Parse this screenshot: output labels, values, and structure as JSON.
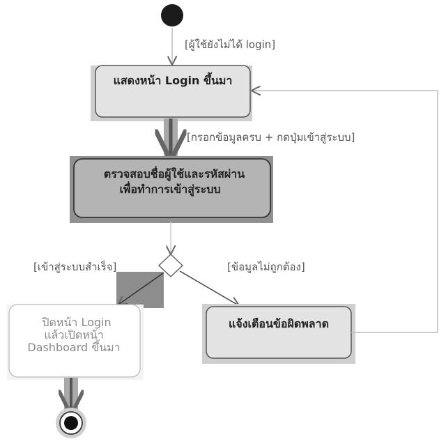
{
  "diagram": {
    "type": "uml-activity",
    "guards": {
      "not_logged_in": "[ผู้ใช้ยังไม่ได้ login]",
      "filled_form": "[กรอกข้อมูลครบ + กดปุ่มเข้าสู่ระบบ]",
      "login_success": "[เข้าสู่ระบบสำเร็จ]",
      "invalid_data": "[ข้อมูลไม่ถูกต้อง]"
    },
    "nodes": {
      "show_login": "แสดงหน้า Login ขึ้นมา",
      "verify_line1": "ตรวจสอบชื่อผู้ใช้และรหัสผ่าน",
      "verify_line2": "เพื่อทำการเข้าสู่ระบบ",
      "close_line1": "ปิดหน้า Login",
      "close_line2": "แล้วเปิดหน้า",
      "close_line3": "Dashboard ขึ้นมา",
      "show_error": "แจ้งเตือนข้อผิดพลาด"
    },
    "colors": {
      "activity_fill": "#e3e3e3",
      "verify_fill": "#b4b4b4",
      "shadow": "#7f7f7f",
      "line": "#888888",
      "start": "#1b1b1b"
    }
  }
}
